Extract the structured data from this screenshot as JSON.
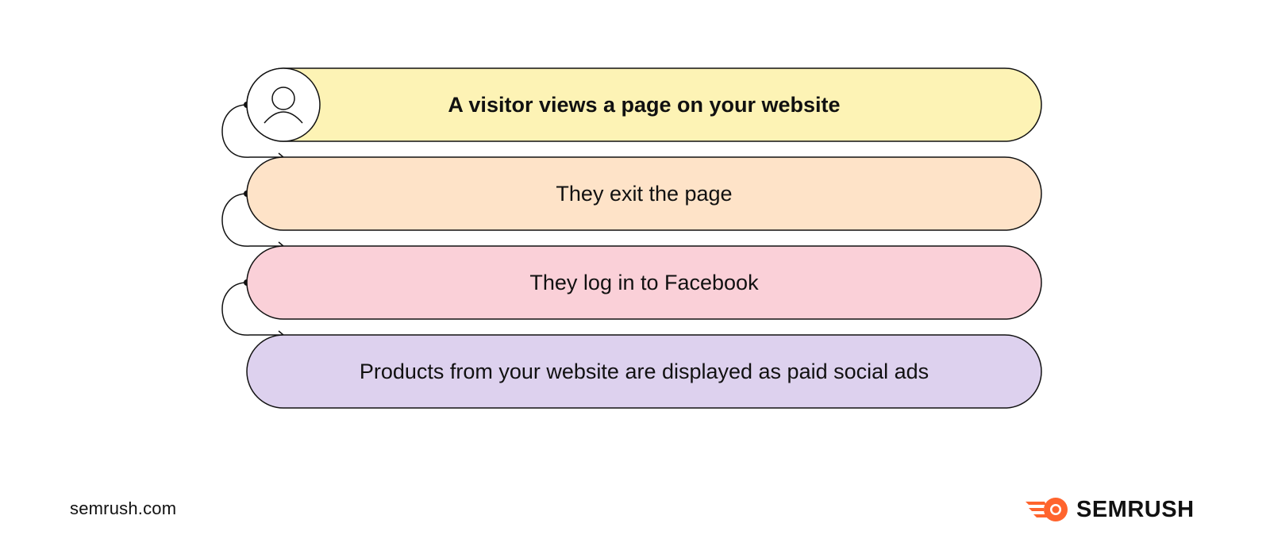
{
  "steps": [
    {
      "label": "A visitor views a page on your website",
      "color": "#FDF3B5",
      "bold": true,
      "icon": "user-icon"
    },
    {
      "label": "They exit the page",
      "color": "#FEE3C8",
      "bold": false
    },
    {
      "label": "They log in to Facebook",
      "color": "#FAD0D8",
      "bold": false
    },
    {
      "label": "Products from your website are displayed as paid social ads",
      "color": "#DDD1EE",
      "bold": false
    }
  ],
  "footer": {
    "domain": "semrush.com",
    "brand_name": "SEMRUSH",
    "brand_icon": "semrush-logo-icon",
    "brand_color": "#FF642D"
  }
}
